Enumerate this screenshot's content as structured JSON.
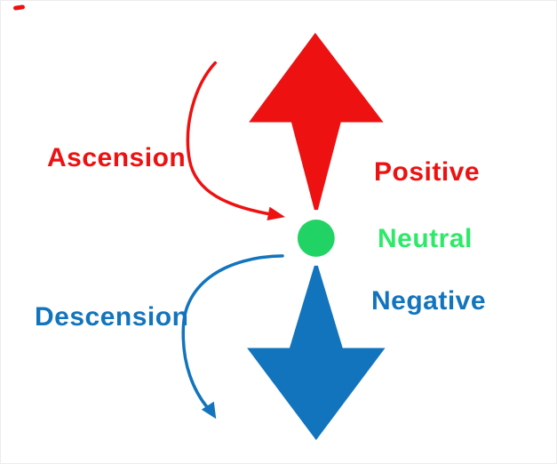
{
  "diagram": {
    "labels": {
      "ascension": "Ascension",
      "descension": "Descension",
      "positive": "Positive",
      "neutral": "Neutral",
      "negative": "Negative"
    },
    "colors": {
      "red": "#ee1111",
      "blue": "#1274bd",
      "green_dot": "#21d364",
      "green_text": "#2ee968",
      "background": "#ffffff"
    }
  }
}
